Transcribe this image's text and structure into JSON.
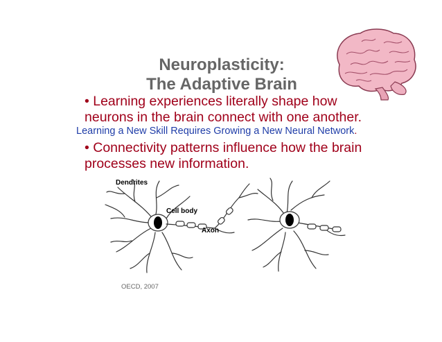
{
  "slide": {
    "title_line1": "Neuroplasticity:",
    "title_line2": "The Adaptive Brain",
    "bullet1_line1": "• Learning experiences literally shape how",
    "bullet1_line2": "neurons in the brain connect with one another.",
    "subline_text": "Learning a New Skill Requires Growing a New Neural Network",
    "subline_end": ".",
    "bullet2_line1": "• Connectivity patterns influence how the brain",
    "bullet2_line2": "processes new information.",
    "citation": "OECD, 2007"
  },
  "diagram": {
    "labels": {
      "dendrites": "Dendrites",
      "cell_body": "Cell body",
      "axon": "Axon"
    }
  },
  "icons": {
    "brain": "brain-icon"
  },
  "colors": {
    "title": "#666666",
    "bullet": "#a0001a",
    "subline": "#1f3da8",
    "brain_fill": "#f2b8c6",
    "brain_stroke": "#8a3b52"
  }
}
